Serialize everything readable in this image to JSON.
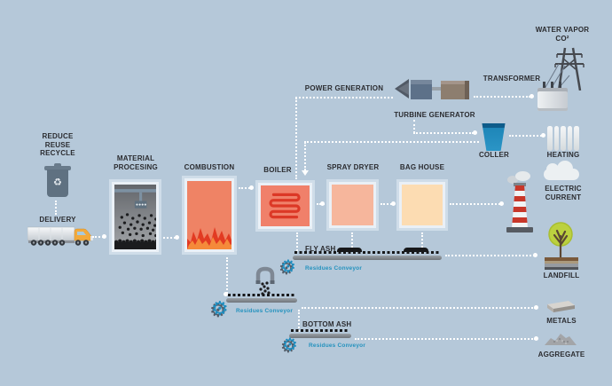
{
  "diagram": {
    "labels": {
      "recycle1": "REDUCE",
      "recycle2": "REUSE",
      "recycle3": "RECYCLE",
      "delivery": "DELIVERY",
      "material1": "MATERIAL",
      "material2": "PROCESING",
      "combustion": "COMBUSTION",
      "boiler": "BOILER",
      "spray_dryer": "SPRAY DRYER",
      "bag_house": "BAG HOUSE",
      "power_generation": "POWER GENERATION",
      "turbine_generator": "TURBINE GENERATOR",
      "transformer": "TRANSFORMER",
      "water_vapor": "WATER VAPOR",
      "co2": "CO²",
      "cooler": "COLLER",
      "heating": "HEATING",
      "electric1": "ELECTRIC",
      "electric2": "CURRENT",
      "fly_ash": "FLY ASH",
      "bottom_ash": "BOTTOM ASH",
      "landfill": "LANDFILL",
      "metals": "METALS",
      "aggregate": "AGGREGATE",
      "residues_conveyor": "Residues Conveyor"
    },
    "colors": {
      "background": "#b5c8d9",
      "flow_line": "#ffffff",
      "label_text": "#2b2c30",
      "conveyor_label_blue": "#2492be",
      "box_frame": "#cfdde9",
      "box_inner_border": "#eaf0f6",
      "combustion_fill": "#ef8365",
      "boiler_fill": "#f0806a",
      "coil_red": "#dc3826",
      "spray_dryer_fill": "#f6b69c",
      "bag_house_fill": "#fcdcb2",
      "cooler_blue": "#1e86b8",
      "gear_blue": "#1f8dbf",
      "flame_red": "#e23a22",
      "flame_orange": "#f58a3a",
      "stack_red": "#c8372a",
      "tree_green": "#bcd13f",
      "truck_yellow": "#f2a93b",
      "bin_gray": "#5f7181",
      "belt_gray": "#8d9298",
      "ash_black": "#17181a"
    }
  }
}
